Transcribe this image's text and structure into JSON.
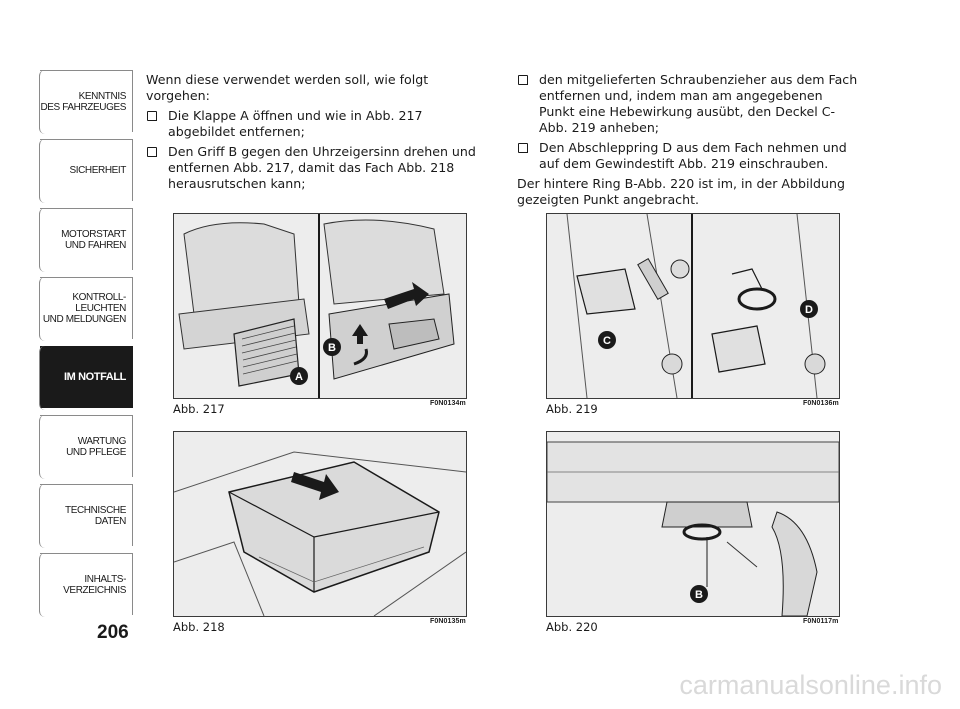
{
  "sidebar": {
    "tabs": [
      {
        "lines": [
          "KENNTNIS",
          "DES FAHRZEUGES"
        ],
        "active": false
      },
      {
        "lines": [
          "SICHERHEIT"
        ],
        "active": false
      },
      {
        "lines": [
          "MOTORSTART",
          "UND FAHREN"
        ],
        "active": false
      },
      {
        "lines": [
          "KONTROLL-",
          "LEUCHTEN",
          "UND MELDUNGEN"
        ],
        "active": false
      },
      {
        "lines": [
          "IM NOTFALL"
        ],
        "active": true
      },
      {
        "lines": [
          "WARTUNG",
          "UND PFLEGE"
        ],
        "active": false
      },
      {
        "lines": [
          "TECHNISCHE",
          "DATEN"
        ],
        "active": false
      },
      {
        "lines": [
          "INHALTS-",
          "VERZEICHNIS"
        ],
        "active": false
      }
    ]
  },
  "page_number": "206",
  "left_column": {
    "intro": "Wenn diese verwendet werden soll, wie folgt vorgehen:",
    "bullets": [
      "Die Klappe A öffnen und wie in Abb. 217 abgebildet entfernen;",
      "Den Griff B gegen den Uhrzeigersinn drehen und entfernen Abb. 217, damit das Fach Abb. 218 herausrutschen kann;"
    ]
  },
  "right_column": {
    "bullets": [
      "den mitgelieferten Schraubenzieher aus dem Fach entfernen und, indem man am angegebenen Punkt eine Hebewirkung ausübt, den Deckel C-Abb. 219 anheben;",
      "Den Abschleppring D aus dem Fach nehmen und auf dem Gewindestift Abb. 219 einschrauben."
    ],
    "outro": "Der hintere Ring B-Abb. 220 ist im, in der Abbildung gezeigten Punkt angebracht."
  },
  "figures": {
    "fig217": {
      "caption": "Abb. 217",
      "code": "F0N0134m",
      "markers": [
        "A",
        "B"
      ]
    },
    "fig218": {
      "caption": "Abb. 218",
      "code": "F0N0135m"
    },
    "fig219": {
      "caption": "Abb. 219",
      "code": "F0N0136m",
      "markers": [
        "C",
        "D"
      ]
    },
    "fig220": {
      "caption": "Abb. 220",
      "code": "F0N0117m",
      "markers": [
        "B"
      ]
    }
  },
  "watermark": "carmanualsonline.info",
  "colors": {
    "accent": "#1a1a1a",
    "figure_bg": "#ededed"
  }
}
